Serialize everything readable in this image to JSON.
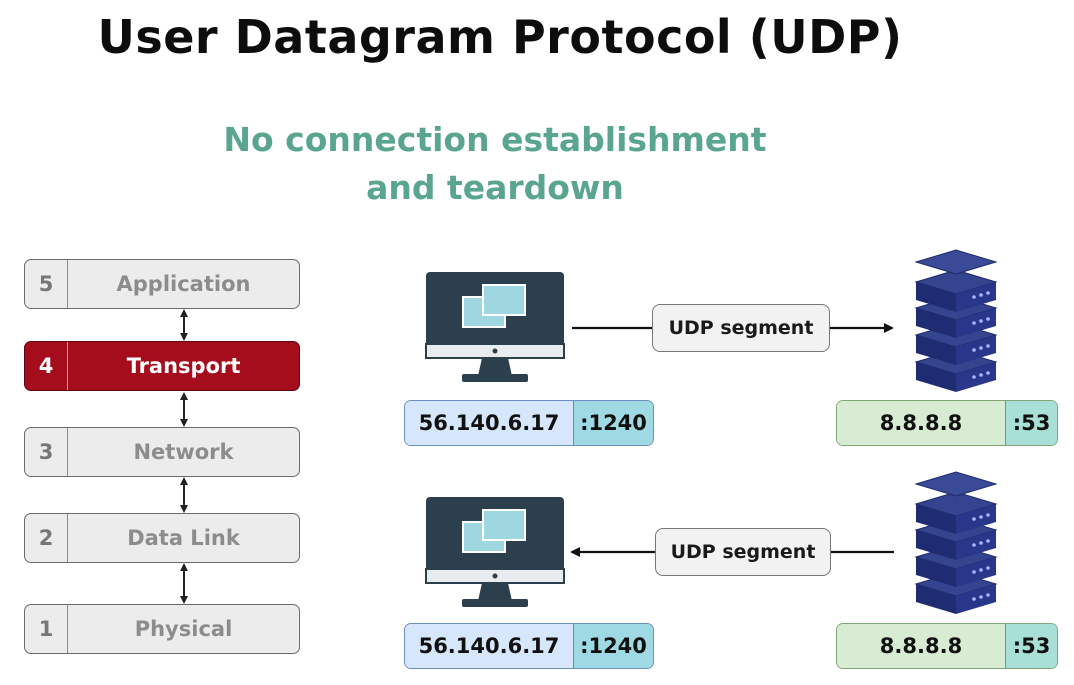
{
  "title": "User Datagram Protocol (UDP)",
  "subtitle": {
    "line1": "No connection establishment",
    "line2": "and teardown",
    "color": "#5aa58f"
  },
  "osi_layers": [
    {
      "num": "5",
      "name": "Application",
      "active": false
    },
    {
      "num": "4",
      "name": "Transport",
      "active": true
    },
    {
      "num": "3",
      "name": "Network",
      "active": false
    },
    {
      "num": "2",
      "name": "Data Link",
      "active": false
    },
    {
      "num": "1",
      "name": "Physical",
      "active": false
    }
  ],
  "colors": {
    "active_layer": "#a50d1d",
    "client_ip_bg": "#d6e6fb",
    "client_port_bg": "#9fd9e3",
    "server_ip_bg": "#d8ecd3",
    "server_port_bg": "#a8e0d8",
    "monitor": "#2b3f4c",
    "server": "#23327a"
  },
  "exchanges": [
    {
      "direction": "client-to-server",
      "segment_label": "UDP segment",
      "client": {
        "ip": "56.140.6.17",
        "port": ":1240",
        "icon": "desktop-computer-icon"
      },
      "server": {
        "ip": "8.8.8.8",
        "port": ":53",
        "icon": "server-stack-icon"
      }
    },
    {
      "direction": "server-to-client",
      "segment_label": "UDP segment",
      "client": {
        "ip": "56.140.6.17",
        "port": ":1240",
        "icon": "desktop-computer-icon"
      },
      "server": {
        "ip": "8.8.8.8",
        "port": ":53",
        "icon": "server-stack-icon"
      }
    }
  ]
}
